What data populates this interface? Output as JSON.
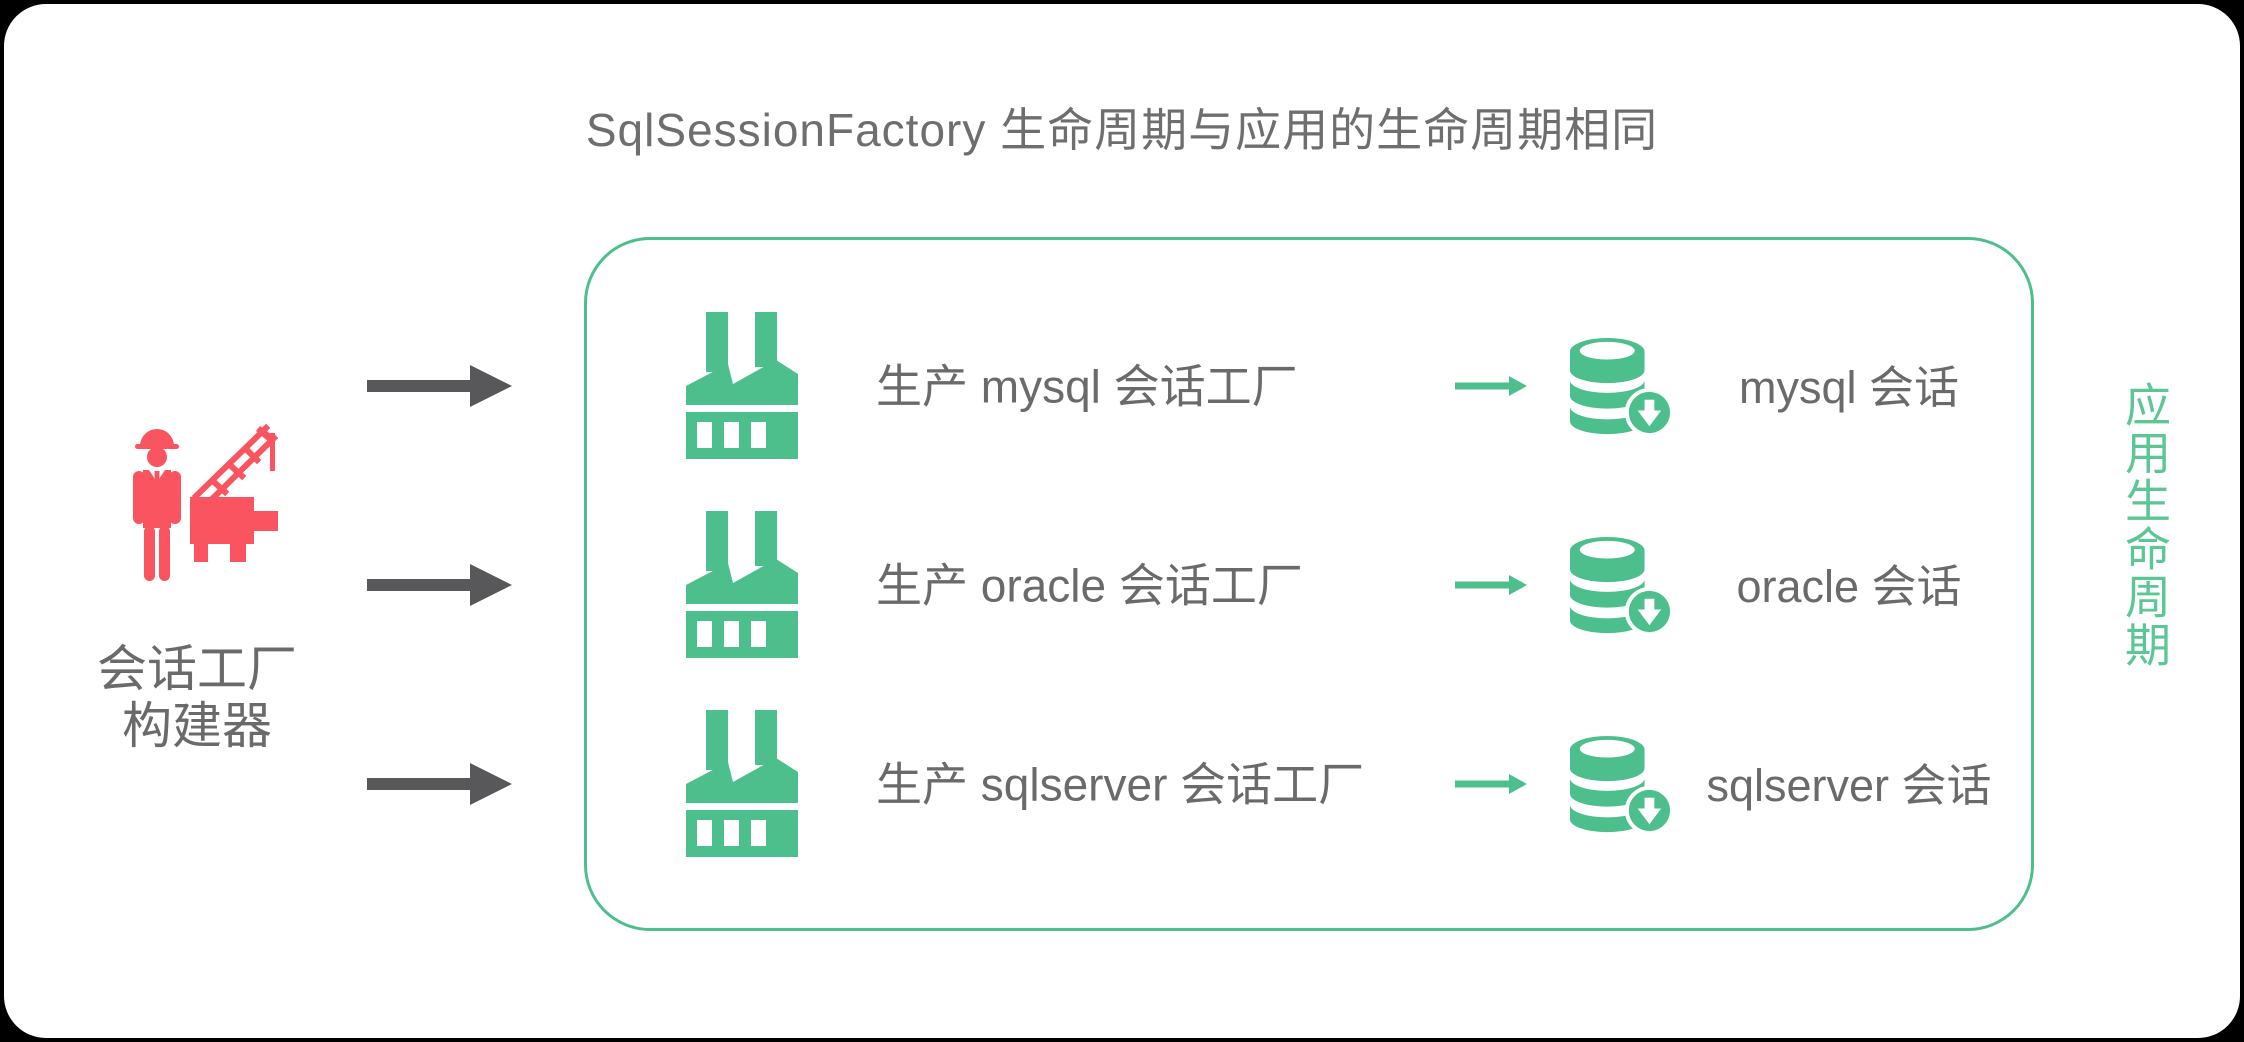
{
  "title": "SqlSessionFactory 生命周期与应用的生命周期相同",
  "builder": {
    "icon": "engineer-with-crane-icon",
    "label": [
      "会话工厂",
      "构建器"
    ]
  },
  "factory_box": {
    "rows": [
      {
        "factory_label": "生产 mysql 会话工厂",
        "session_label": "mysql 会话"
      },
      {
        "factory_label": "生产 oracle 会话工厂",
        "session_label": "oracle 会话"
      },
      {
        "factory_label": "生产 sqlserver 会话工厂",
        "session_label": "sqlserver 会话"
      }
    ]
  },
  "right_label": "应用生命周期",
  "icons": {
    "builder": "engineer-with-crane-icon",
    "factory": "factory-icon",
    "database": "database-download-icon",
    "flow_arrow": "right-arrow-icon"
  },
  "colors": {
    "accent_green": "#4dbf8c",
    "accent_green_light": "#5cc795",
    "accent_red": "#f95460",
    "text_gray": "#6a6a6a",
    "arrow_dark": "#58585a",
    "frame_black": "#000000",
    "background": "#ffffff"
  }
}
